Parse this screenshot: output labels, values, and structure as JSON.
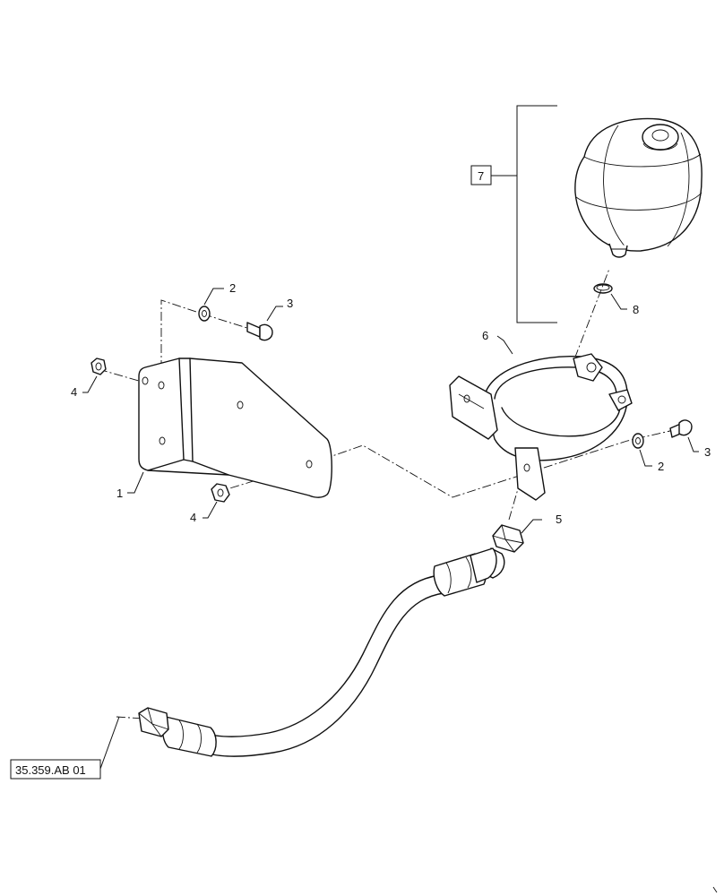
{
  "callouts": {
    "bracket": "1",
    "washer_top": "2",
    "bolt_top": "3",
    "nut_left": "4",
    "washer_right": "2",
    "bolt_right": "3",
    "nut_bottom": "4",
    "fitting": "5",
    "clamp": "6",
    "accumulator_group": "7",
    "o_ring": "8"
  },
  "reference_label": "35.359.AB 01"
}
